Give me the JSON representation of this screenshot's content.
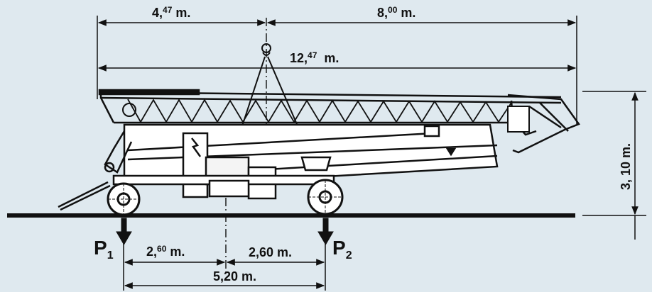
{
  "colors": {
    "background": "#dfe9ef",
    "ink": "#111111"
  },
  "dimensions": {
    "top_left": {
      "int": "4",
      "dec": "47",
      "unit": "m."
    },
    "top_right": {
      "int": "8",
      "dec": "00",
      "unit": "m."
    },
    "overall": {
      "int": "12",
      "dec": "47",
      "unit": "m."
    },
    "height": {
      "text": "3, 10 m."
    },
    "wheel_left": {
      "int": "2",
      "dec": "60",
      "unit": "m."
    },
    "wheel_right": {
      "text": "2,60 m."
    },
    "wheelbase": {
      "text": "5,20 m."
    }
  },
  "loads": {
    "p1": {
      "letter": "P",
      "sub": "1"
    },
    "p2": {
      "letter": "P",
      "sub": "2"
    }
  }
}
